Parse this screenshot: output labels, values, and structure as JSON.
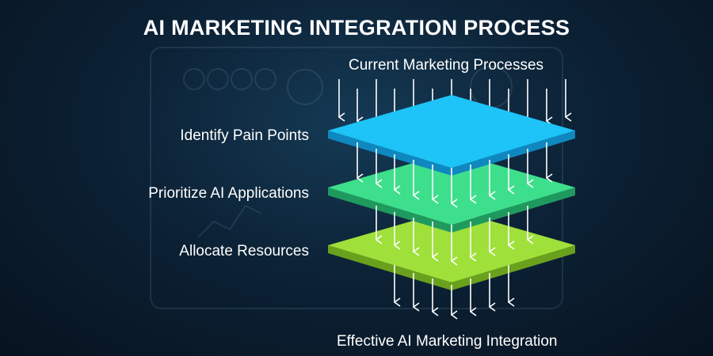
{
  "title": "AI MARKETING INTEGRATION PROCESS",
  "input_label": "Current Marketing Processes",
  "output_label": "Effective AI Marketing Integration",
  "layers": [
    {
      "label": "Identify Pain Points",
      "color": "#1ec3f7",
      "edge_color": "#0f88c0"
    },
    {
      "label": "Prioritize AI Applications",
      "color": "#3edf8c",
      "edge_color": "#1f9a5e"
    },
    {
      "label": "Allocate Resources",
      "color": "#9fe03a",
      "edge_color": "#6aa11c"
    }
  ]
}
